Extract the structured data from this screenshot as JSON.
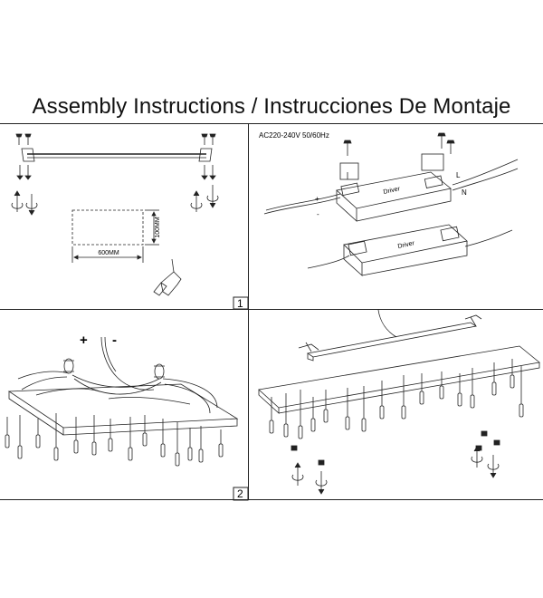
{
  "title": "Assembly Instructions / Instrucciones De Montaje",
  "panels": [
    {
      "number": "1",
      "dim_width": "600MM",
      "dim_height": "100MM"
    },
    {
      "voltage": "AC220-240V 50/60Hz",
      "driver_label": "Driver",
      "driver_label_2": "Driver",
      "wire_plus": "+",
      "wire_minus": "-",
      "wire_L": "L",
      "wire_N": "N"
    },
    {
      "number": "2",
      "wire_plus": "+",
      "wire_minus": "-"
    },
    {}
  ]
}
